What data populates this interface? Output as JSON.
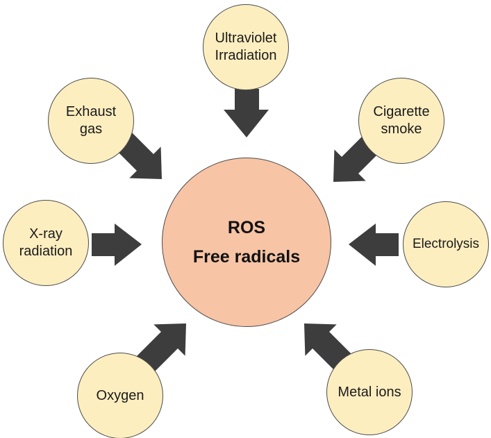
{
  "center": {
    "line1": "ROS",
    "line2": "Free radicals",
    "fill": "#f7c4a5"
  },
  "sources": [
    {
      "id": "ultraviolet",
      "label": "Ultraviolet\nIrradiation"
    },
    {
      "id": "exhaust",
      "label": "Exhaust\ngas"
    },
    {
      "id": "cigarette",
      "label": "Cigarette\nsmoke"
    },
    {
      "id": "xray",
      "label": "X-ray\nradiation"
    },
    {
      "id": "electrolysis",
      "label": "Electrolysis"
    },
    {
      "id": "oxygen",
      "label": "Oxygen"
    },
    {
      "id": "metal",
      "label": "Metal ions"
    }
  ],
  "colors": {
    "source_fill": "#fdeec0",
    "arrow": "#3d3d3d",
    "outline": "#4a4a4a"
  }
}
